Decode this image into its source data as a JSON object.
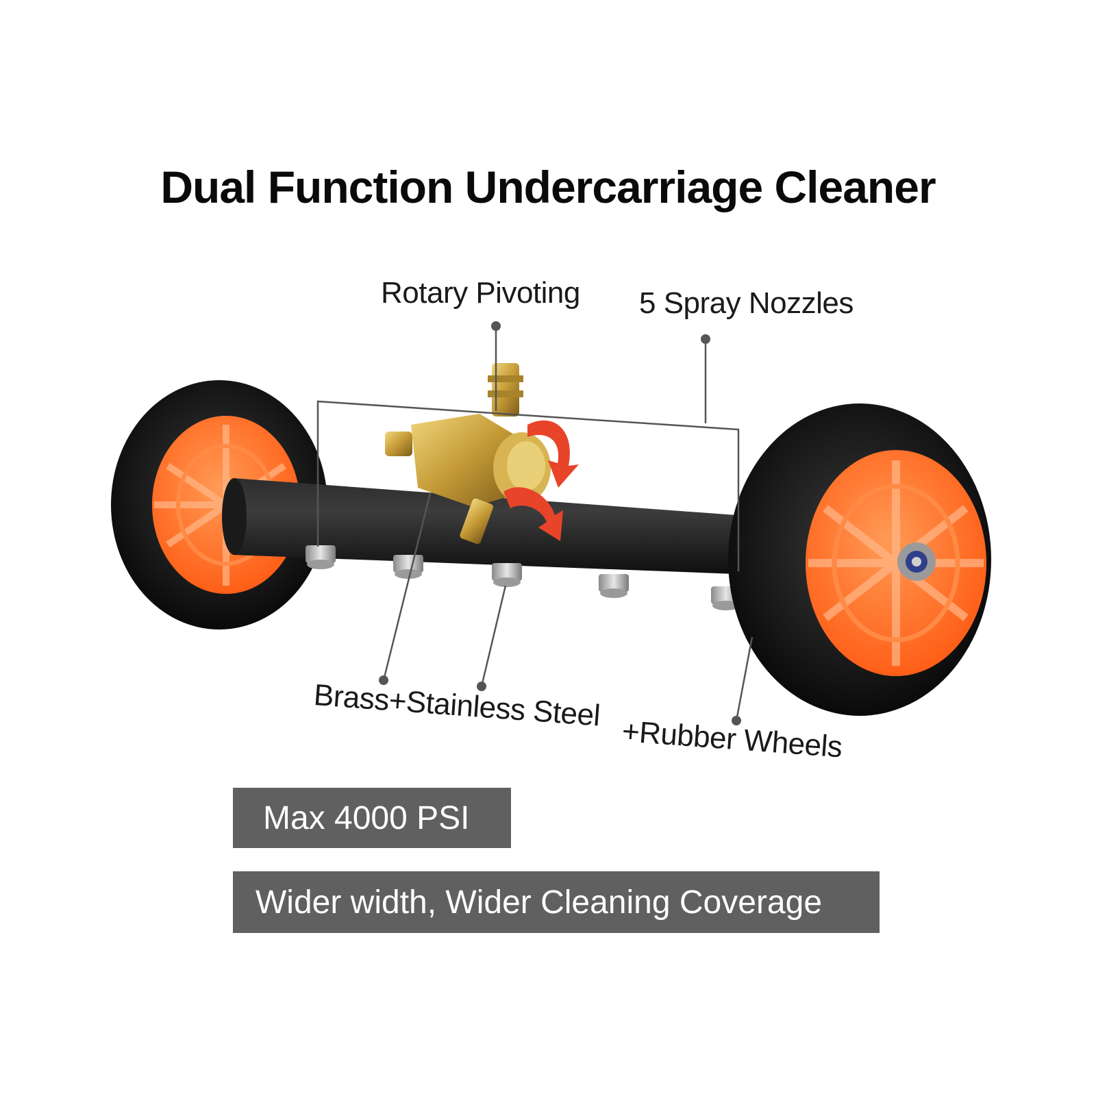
{
  "title": "Dual Function Undercarriage Cleaner",
  "callouts": {
    "rotary": "Rotary Pivoting",
    "nozzles": "5 Spray Nozzles",
    "material": "Brass+Stainless Steel",
    "wheels": "+Rubber Wheels"
  },
  "badges": {
    "pressure": "Max 4000 PSI",
    "coverage": "Wider width, Wider Cleaning Coverage"
  },
  "colors": {
    "wheel_hub": "#ff6a1f",
    "tire": "#141414",
    "brass": "#c9a642",
    "arrow": "#e8442a",
    "badge_bg": "#606060"
  }
}
